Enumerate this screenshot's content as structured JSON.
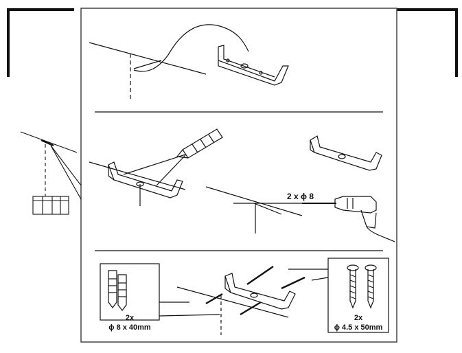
{
  "colors": {
    "ink": "#111111",
    "paper": "#ffffff",
    "frame": "#444444"
  },
  "icons": [
    "pencil-icon",
    "drill-icon",
    "wall-plug-icon",
    "screw-icon",
    "bracket-icon"
  ],
  "step2": {
    "drill_label": "2 x ϕ 8"
  },
  "step3": {
    "plugs": {
      "qty": "2x",
      "size": "ϕ 8 x 40mm"
    },
    "screws": {
      "qty": "2x",
      "size": "ϕ 4.5 x 50mm"
    }
  }
}
